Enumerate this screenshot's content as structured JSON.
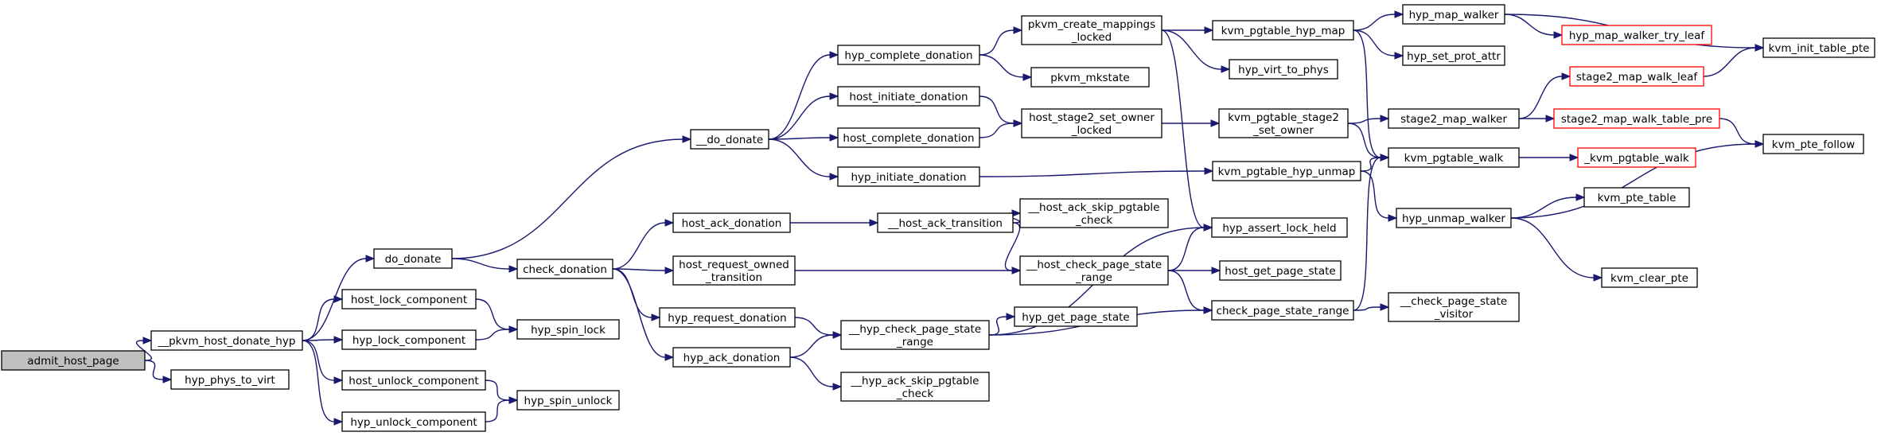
{
  "graph": {
    "title": "",
    "nodes": [
      {
        "id": "admit_host_page",
        "lines": [
          "admit_host_page"
        ],
        "highlight": true
      },
      {
        "id": "pkvm_host_donate_hyp",
        "lines": [
          "__pkvm_host_donate_hyp"
        ]
      },
      {
        "id": "hyp_phys_to_virt",
        "lines": [
          "hyp_phys_to_virt"
        ]
      },
      {
        "id": "do_donate",
        "lines": [
          "do_donate"
        ]
      },
      {
        "id": "host_lock_component",
        "lines": [
          "host_lock_component"
        ]
      },
      {
        "id": "hyp_lock_component",
        "lines": [
          "hyp_lock_component"
        ]
      },
      {
        "id": "host_unlock_component",
        "lines": [
          "host_unlock_component"
        ]
      },
      {
        "id": "hyp_unlock_component",
        "lines": [
          "hyp_unlock_component"
        ]
      },
      {
        "id": "do_donate_inner",
        "lines": [
          "__do_donate"
        ]
      },
      {
        "id": "check_donation",
        "lines": [
          "check_donation"
        ]
      },
      {
        "id": "hyp_spin_lock",
        "lines": [
          "hyp_spin_lock"
        ]
      },
      {
        "id": "hyp_spin_unlock",
        "lines": [
          "hyp_spin_unlock"
        ]
      },
      {
        "id": "hyp_complete_donation",
        "lines": [
          "hyp_complete_donation"
        ]
      },
      {
        "id": "host_initiate_donation",
        "lines": [
          "host_initiate_donation"
        ]
      },
      {
        "id": "host_complete_donation",
        "lines": [
          "host_complete_donation"
        ]
      },
      {
        "id": "hyp_initiate_donation",
        "lines": [
          "hyp_initiate_donation"
        ]
      },
      {
        "id": "host_ack_donation",
        "lines": [
          "host_ack_donation"
        ]
      },
      {
        "id": "host_request_owned_transition",
        "lines": [
          "host_request_owned",
          "_transition"
        ]
      },
      {
        "id": "hyp_request_donation",
        "lines": [
          "hyp_request_donation"
        ]
      },
      {
        "id": "hyp_ack_donation",
        "lines": [
          "hyp_ack_donation"
        ]
      },
      {
        "id": "pkvm_create_mappings_locked",
        "lines": [
          "pkvm_create_mappings",
          "_locked"
        ]
      },
      {
        "id": "pkvm_mkstate",
        "lines": [
          "pkvm_mkstate"
        ]
      },
      {
        "id": "host_stage2_set_owner_locked",
        "lines": [
          "host_stage2_set_owner",
          "_locked"
        ]
      },
      {
        "id": "host_ack_transition",
        "lines": [
          "__host_ack_transition"
        ]
      },
      {
        "id": "host_ack_skip_pgtable_check",
        "lines": [
          "__host_ack_skip_pgtable",
          "_check"
        ]
      },
      {
        "id": "host_check_page_state_range",
        "lines": [
          "__host_check_page_state",
          "_range"
        ]
      },
      {
        "id": "hyp_check_page_state_range",
        "lines": [
          "__hyp_check_page_state",
          "_range"
        ]
      },
      {
        "id": "hyp_ack_skip_pgtable_check",
        "lines": [
          "__hyp_ack_skip_pgtable",
          "_check"
        ]
      },
      {
        "id": "kvm_pgtable_hyp_map",
        "lines": [
          "kvm_pgtable_hyp_map"
        ]
      },
      {
        "id": "hyp_virt_to_phys",
        "lines": [
          "hyp_virt_to_phys"
        ]
      },
      {
        "id": "kvm_pgtable_stage2_set_owner",
        "lines": [
          "kvm_pgtable_stage2",
          "_set_owner"
        ]
      },
      {
        "id": "kvm_pgtable_hyp_unmap",
        "lines": [
          "kvm_pgtable_hyp_unmap"
        ]
      },
      {
        "id": "hyp_assert_lock_held",
        "lines": [
          "hyp_assert_lock_held"
        ]
      },
      {
        "id": "host_get_page_state",
        "lines": [
          "host_get_page_state"
        ]
      },
      {
        "id": "check_page_state_range",
        "lines": [
          "check_page_state_range"
        ]
      },
      {
        "id": "hyp_get_page_state",
        "lines": [
          "hyp_get_page_state"
        ]
      },
      {
        "id": "hyp_map_walker",
        "lines": [
          "hyp_map_walker"
        ]
      },
      {
        "id": "hyp_set_prot_attr",
        "lines": [
          "hyp_set_prot_attr"
        ]
      },
      {
        "id": "stage2_map_walker",
        "lines": [
          "stage2_map_walker"
        ]
      },
      {
        "id": "kvm_pgtable_walk",
        "lines": [
          "kvm_pgtable_walk"
        ]
      },
      {
        "id": "hyp_unmap_walker",
        "lines": [
          "hyp_unmap_walker"
        ]
      },
      {
        "id": "check_page_state_visitor",
        "lines": [
          "__check_page_state",
          "_visitor"
        ]
      },
      {
        "id": "hyp_map_walker_try_leaf",
        "lines": [
          "hyp_map_walker_try_leaf"
        ],
        "truncated": true
      },
      {
        "id": "stage2_map_walk_leaf",
        "lines": [
          "stage2_map_walk_leaf"
        ],
        "truncated": true
      },
      {
        "id": "stage2_map_walk_table_pre",
        "lines": [
          "stage2_map_walk_table_pre"
        ],
        "truncated": true
      },
      {
        "id": "kvm_pgtable_walk_inner",
        "lines": [
          "_kvm_pgtable_walk"
        ],
        "truncated": true
      },
      {
        "id": "kvm_pte_table",
        "lines": [
          "kvm_pte_table"
        ]
      },
      {
        "id": "kvm_clear_pte",
        "lines": [
          "kvm_clear_pte"
        ]
      },
      {
        "id": "kvm_init_table_pte",
        "lines": [
          "kvm_init_table_pte"
        ]
      },
      {
        "id": "kvm_pte_follow",
        "lines": [
          "kvm_pte_follow"
        ]
      }
    ],
    "edges": [
      [
        "admit_host_page",
        "pkvm_host_donate_hyp"
      ],
      [
        "admit_host_page",
        "hyp_phys_to_virt"
      ],
      [
        "pkvm_host_donate_hyp",
        "do_donate"
      ],
      [
        "pkvm_host_donate_hyp",
        "host_lock_component"
      ],
      [
        "pkvm_host_donate_hyp",
        "hyp_lock_component"
      ],
      [
        "pkvm_host_donate_hyp",
        "host_unlock_component"
      ],
      [
        "pkvm_host_donate_hyp",
        "hyp_unlock_component"
      ],
      [
        "do_donate",
        "do_donate_inner"
      ],
      [
        "do_donate",
        "check_donation"
      ],
      [
        "host_lock_component",
        "hyp_spin_lock"
      ],
      [
        "hyp_lock_component",
        "hyp_spin_lock"
      ],
      [
        "host_unlock_component",
        "hyp_spin_unlock"
      ],
      [
        "hyp_unlock_component",
        "hyp_spin_unlock"
      ],
      [
        "do_donate_inner",
        "hyp_complete_donation"
      ],
      [
        "do_donate_inner",
        "host_initiate_donation"
      ],
      [
        "do_donate_inner",
        "host_complete_donation"
      ],
      [
        "do_donate_inner",
        "hyp_initiate_donation"
      ],
      [
        "check_donation",
        "host_ack_donation"
      ],
      [
        "check_donation",
        "host_request_owned_transition"
      ],
      [
        "check_donation",
        "hyp_request_donation"
      ],
      [
        "check_donation",
        "hyp_ack_donation"
      ],
      [
        "hyp_complete_donation",
        "pkvm_create_mappings_locked"
      ],
      [
        "hyp_complete_donation",
        "pkvm_mkstate"
      ],
      [
        "host_initiate_donation",
        "host_stage2_set_owner_locked"
      ],
      [
        "host_complete_donation",
        "host_stage2_set_owner_locked"
      ],
      [
        "hyp_initiate_donation",
        "kvm_pgtable_hyp_unmap"
      ],
      [
        "host_ack_donation",
        "host_ack_transition"
      ],
      [
        "host_ack_transition",
        "host_ack_skip_pgtable_check"
      ],
      [
        "host_ack_transition",
        "host_check_page_state_range"
      ],
      [
        "host_request_owned_transition",
        "host_check_page_state_range"
      ],
      [
        "hyp_request_donation",
        "hyp_check_page_state_range"
      ],
      [
        "hyp_ack_donation",
        "hyp_check_page_state_range"
      ],
      [
        "hyp_ack_donation",
        "hyp_ack_skip_pgtable_check"
      ],
      [
        "pkvm_create_mappings_locked",
        "kvm_pgtable_hyp_map"
      ],
      [
        "pkvm_create_mappings_locked",
        "hyp_virt_to_phys"
      ],
      [
        "pkvm_create_mappings_locked",
        "hyp_assert_lock_held"
      ],
      [
        "host_stage2_set_owner_locked",
        "kvm_pgtable_stage2_set_owner"
      ],
      [
        "host_check_page_state_range",
        "hyp_assert_lock_held"
      ],
      [
        "host_check_page_state_range",
        "host_get_page_state"
      ],
      [
        "host_check_page_state_range",
        "check_page_state_range"
      ],
      [
        "hyp_check_page_state_range",
        "hyp_get_page_state"
      ],
      [
        "hyp_check_page_state_range",
        "hyp_assert_lock_held"
      ],
      [
        "hyp_check_page_state_range",
        "check_page_state_range"
      ],
      [
        "kvm_pgtable_hyp_map",
        "hyp_map_walker"
      ],
      [
        "kvm_pgtable_hyp_map",
        "hyp_set_prot_attr"
      ],
      [
        "kvm_pgtable_hyp_map",
        "kvm_pgtable_walk"
      ],
      [
        "kvm_pgtable_stage2_set_owner",
        "stage2_map_walker"
      ],
      [
        "kvm_pgtable_stage2_set_owner",
        "kvm_pgtable_walk"
      ],
      [
        "kvm_pgtable_hyp_unmap",
        "kvm_pgtable_walk"
      ],
      [
        "kvm_pgtable_hyp_unmap",
        "hyp_unmap_walker"
      ],
      [
        "check_page_state_range",
        "kvm_pgtable_walk"
      ],
      [
        "check_page_state_range",
        "check_page_state_visitor"
      ],
      [
        "hyp_map_walker",
        "hyp_map_walker_try_leaf"
      ],
      [
        "hyp_map_walker",
        "kvm_init_table_pte"
      ],
      [
        "stage2_map_walker",
        "stage2_map_walk_leaf"
      ],
      [
        "stage2_map_walker",
        "stage2_map_walk_table_pre"
      ],
      [
        "kvm_pgtable_walk",
        "kvm_pgtable_walk_inner"
      ],
      [
        "hyp_unmap_walker",
        "kvm_pte_table"
      ],
      [
        "hyp_unmap_walker",
        "kvm_clear_pte"
      ],
      [
        "hyp_unmap_walker",
        "kvm_pte_follow"
      ],
      [
        "stage2_map_walk_leaf",
        "kvm_init_table_pte"
      ],
      [
        "stage2_map_walk_table_pre",
        "kvm_pte_follow"
      ]
    ]
  }
}
